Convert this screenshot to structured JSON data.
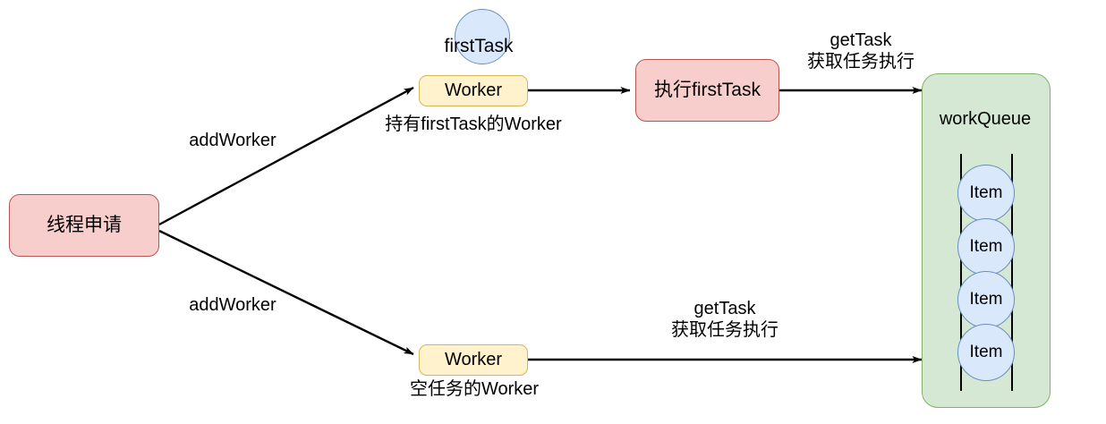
{
  "diagram": {
    "title": "Thread pool worker / workQueue flow",
    "colors": {
      "red_fill": "#f8cecc",
      "red_stroke": "#b85450",
      "yellow_fill": "#fff2cc",
      "yellow_stroke": "#d6b656",
      "green_fill": "#d5e8d4",
      "green_stroke": "#82b366",
      "blue_fill": "#dae8fc",
      "blue_stroke": "#6c8ebf",
      "edge_stroke": "#000000",
      "background": "#ffffff"
    },
    "nodes": {
      "thread_request": "线程申请",
      "worker_top": "Worker",
      "worker_bottom": "Worker",
      "first_task_circle": "firstTask",
      "execute_first_task": "执行firstTask",
      "work_queue": "workQueue"
    },
    "queue_items": [
      {
        "label": "Item"
      },
      {
        "label": "Item"
      },
      {
        "label": "Item"
      },
      {
        "label": "Item"
      }
    ],
    "edge_labels": {
      "add_worker_top": "addWorker",
      "add_worker_bottom": "addWorker",
      "worker_with_first_task": "持有firstTask的Worker",
      "empty_task_worker": "空任务的Worker",
      "get_task_top": "getTask\n获取任务执行",
      "get_task_bottom": "getTask\n获取任务执行"
    }
  }
}
